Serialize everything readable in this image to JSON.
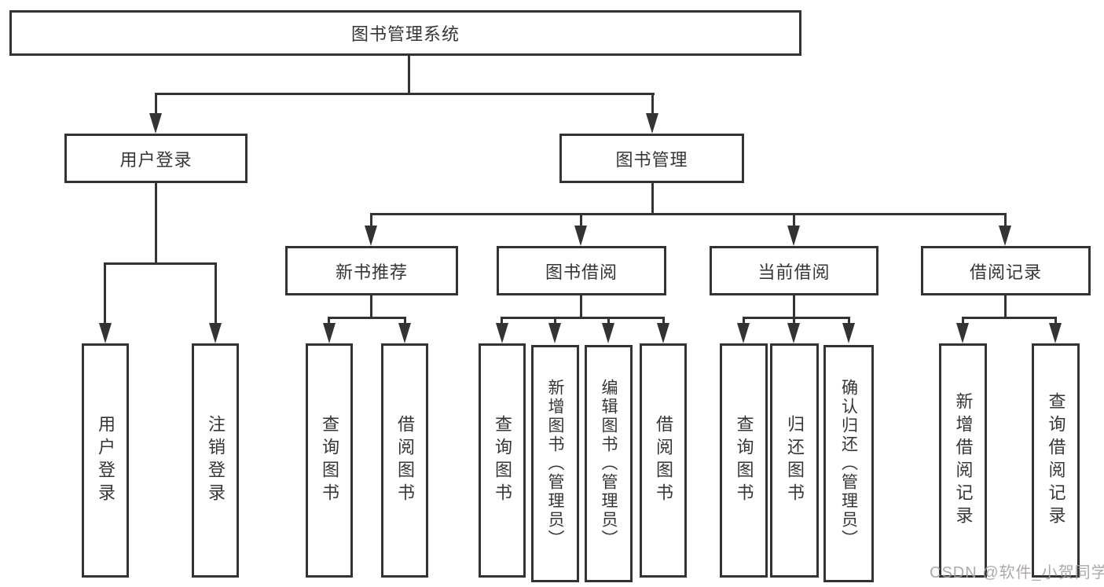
{
  "tree": {
    "label": "图书管理系统",
    "children": [
      {
        "label": "用户登录",
        "children": [
          {
            "label": "用户登录"
          },
          {
            "label": "注销登录"
          }
        ]
      },
      {
        "label": "图书管理",
        "children": [
          {
            "label": "新书推荐",
            "children": [
              {
                "label": "查询图书"
              },
              {
                "label": "借阅图书"
              }
            ]
          },
          {
            "label": "图书借阅",
            "children": [
              {
                "label": "查询图书"
              },
              {
                "label": "新增图书（管理员）"
              },
              {
                "label": "编辑图书（管理员）"
              },
              {
                "label": "借阅图书"
              }
            ]
          },
          {
            "label": "当前借阅",
            "children": [
              {
                "label": "查询图书"
              },
              {
                "label": "归还图书"
              },
              {
                "label": "确认归还（管理员）"
              }
            ]
          },
          {
            "label": "借阅记录",
            "children": [
              {
                "label": "新增借阅记录"
              },
              {
                "label": "查询借阅记录"
              }
            ]
          }
        ]
      }
    ]
  },
  "watermark": {
    "text": "CSDN @软件_小贺同学"
  },
  "colors": {
    "line": "#333333",
    "text": "#363636",
    "watermark": "#a59ea1",
    "background": "#ffffff"
  }
}
